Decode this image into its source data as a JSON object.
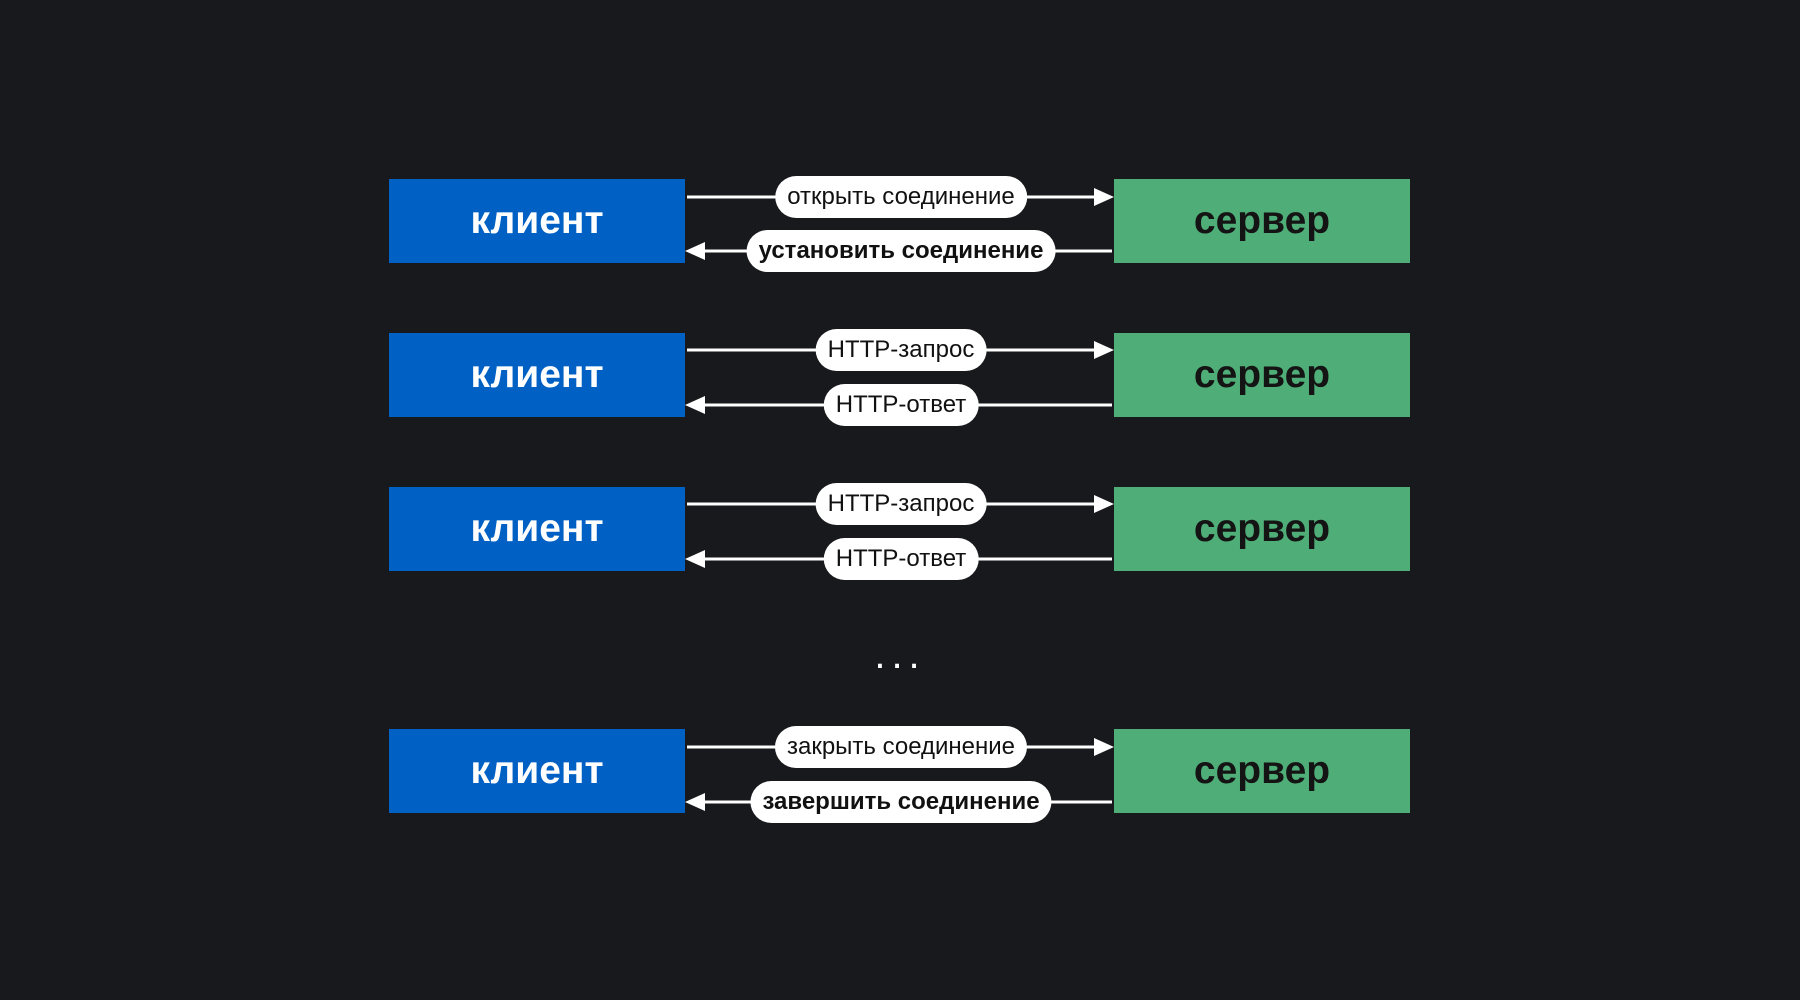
{
  "diagram": {
    "client_label": "клиент",
    "server_label": "сервер",
    "ellipsis": "...",
    "rows": [
      {
        "request": "открыть соединение",
        "response": "установить соединение",
        "response_bold": true
      },
      {
        "request": "HTTP-запрос",
        "response": "HTTP-ответ",
        "response_bold": false
      },
      {
        "request": "HTTP-запрос",
        "response": "HTTP-ответ",
        "response_bold": false
      },
      {
        "request": "закрыть соединение",
        "response": "завершить соединение",
        "response_bold": true
      }
    ],
    "colors": {
      "background": "#18191c",
      "client": "#0060c4",
      "server": "#4fae78",
      "arrow": "#ffffff",
      "pill": "#ffffff"
    }
  }
}
